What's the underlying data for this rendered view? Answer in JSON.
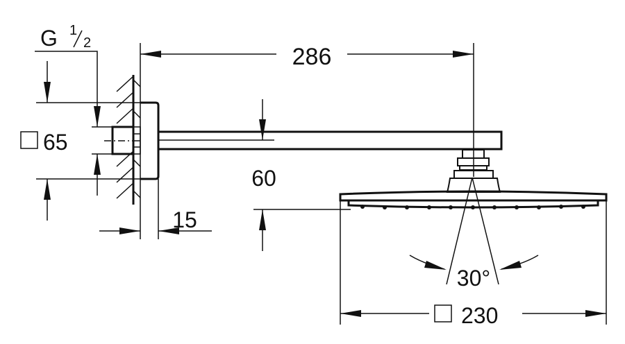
{
  "drawing": {
    "thread": {
      "letter": "G",
      "numerator": "1",
      "denominator": "2"
    },
    "wall_square_dim": "65",
    "arm_length": "286",
    "drop_height": "60",
    "plate_depth": "15",
    "spray_angle": "30°",
    "head_square_dim": "230"
  }
}
